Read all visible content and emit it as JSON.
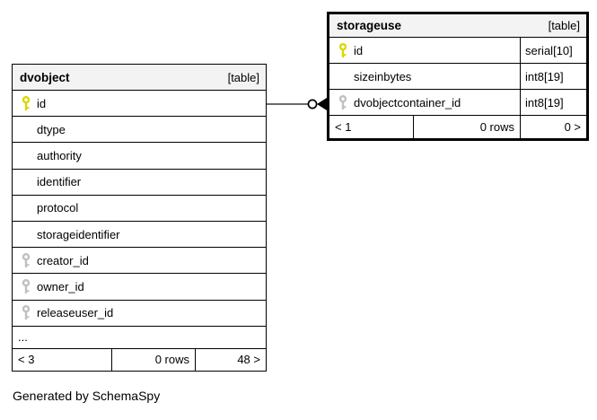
{
  "page": {
    "credit": "Generated by SchemaSpy"
  },
  "colors": {
    "primary_key_icon": "#d8d800",
    "foreign_key_icon": "#c0c0c0",
    "header_bg": "#f3f3f3",
    "table_border": "#000000",
    "connector": "#3a3a3a"
  },
  "relationship": {
    "from_table": "dvobject",
    "from_column": "id",
    "to_table": "storageuse",
    "to_column": "dvobjectcontainer_id",
    "end_style": "open-circle-filled-arrow"
  },
  "tables": [
    {
      "name": "dvobject",
      "badge": "[table]",
      "columns": [
        {
          "name": "id",
          "key": "primary"
        },
        {
          "name": "dtype",
          "key": "none"
        },
        {
          "name": "authority",
          "key": "none"
        },
        {
          "name": "identifier",
          "key": "none"
        },
        {
          "name": "protocol",
          "key": "none"
        },
        {
          "name": "storageidentifier",
          "key": "none"
        },
        {
          "name": "creator_id",
          "key": "foreign"
        },
        {
          "name": "owner_id",
          "key": "foreign"
        },
        {
          "name": "releaseuser_id",
          "key": "foreign"
        }
      ],
      "ellipsis": "...",
      "pager": {
        "prev": "< 3",
        "rows": "0 rows",
        "next": "48 >"
      }
    },
    {
      "name": "storageuse",
      "badge": "[table]",
      "columns": [
        {
          "name": "id",
          "key": "primary",
          "type": "serial[10]"
        },
        {
          "name": "sizeinbytes",
          "key": "none",
          "type": "int8[19]"
        },
        {
          "name": "dvobjectcontainer_id",
          "key": "foreign",
          "type": "int8[19]"
        }
      ],
      "pager": {
        "prev": "< 1",
        "rows": "0 rows",
        "next": "0 >"
      }
    }
  ]
}
